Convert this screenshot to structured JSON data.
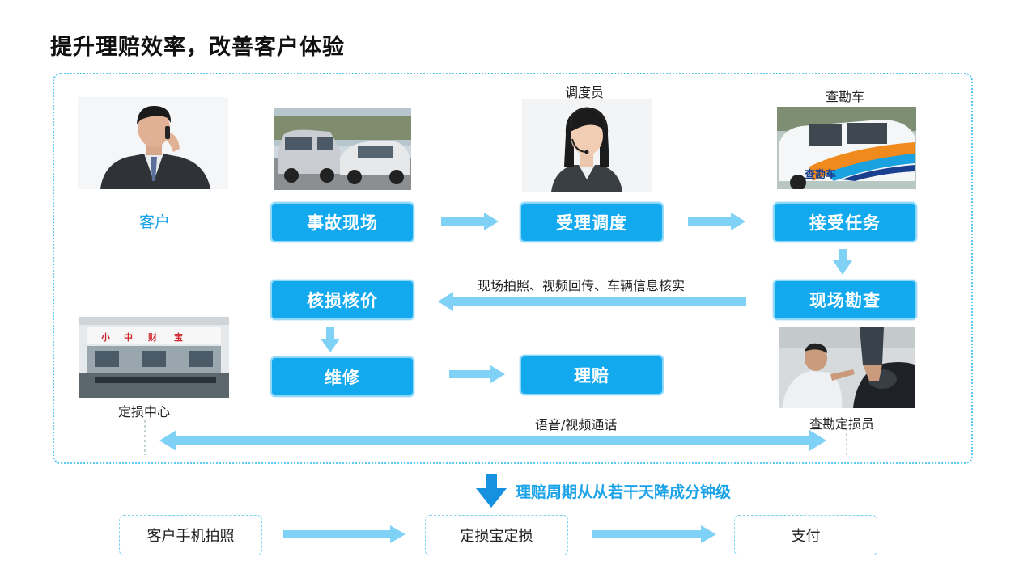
{
  "page": {
    "title": "提升理赔效率，改善客户体验"
  },
  "labels": {
    "customer": "客户",
    "dispatcher": "调度员",
    "survey_car": "查勘车",
    "loss_center": "定损中心",
    "surveyor": "查勘定损员",
    "verify_note": "现场拍照、视频回传、车辆信息核实",
    "call_note": "语音/视频通话",
    "cycle_note": "理赔周期从从若干天降成分钟级"
  },
  "steps": {
    "accident": "事故现场",
    "dispatch": "受理调度",
    "accept": "接受任务",
    "survey": "现场勘查",
    "assess": "核损核价",
    "repair": "维修",
    "claim": "理赔"
  },
  "bottom_steps": [
    "客户手机拍照",
    "定损宝定损",
    "支付"
  ],
  "photo_text": {
    "car_decal": "查勘车",
    "sign_chars": [
      "小",
      "中",
      "财",
      "宝"
    ]
  },
  "colors": {
    "accent": "#12a9ef",
    "arrow": "#7fd1f5",
    "dark_arrow": "#1591e0",
    "frame": "#58c8ee"
  }
}
